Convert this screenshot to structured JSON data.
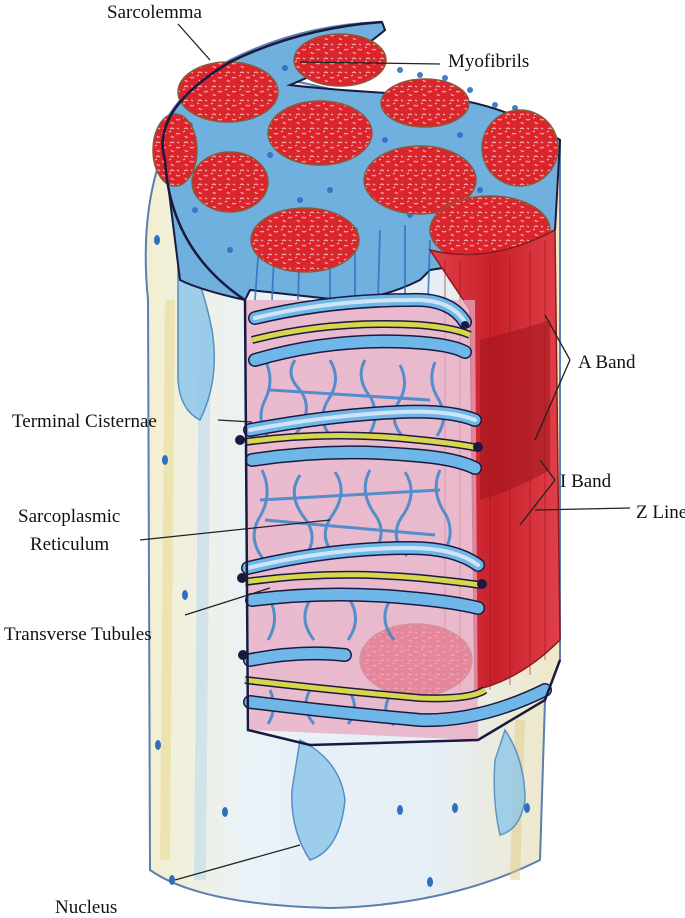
{
  "labels": {
    "sarcolemma": "Sarcolemma",
    "myofibrils": "Myofibrils",
    "a_band": "A Band",
    "terminal_cisternae": "Terminal Cisternae",
    "i_band": "I Band",
    "z_line": "Z Line",
    "sarcoplasmic_1": "Sarcoplasmic",
    "sarcoplasmic_2": "Reticulum",
    "transverse_tubules": "Transverse Tubules",
    "nucleus": "Nucleus"
  },
  "colors": {
    "myofibril": "#d9252b",
    "myofibril_speckle": "#f3b9b9",
    "reticulum": "#3f8fd0",
    "tubule": "#6fb7e8",
    "tubule_core": "#cfe4f6",
    "t_tubule": "#d8d64a",
    "fiber_body": "#eaf1f7",
    "fiber_pale_yellow": "#efe7b5",
    "a_band_red": "#c8202a",
    "outline": "#1a1a40"
  }
}
